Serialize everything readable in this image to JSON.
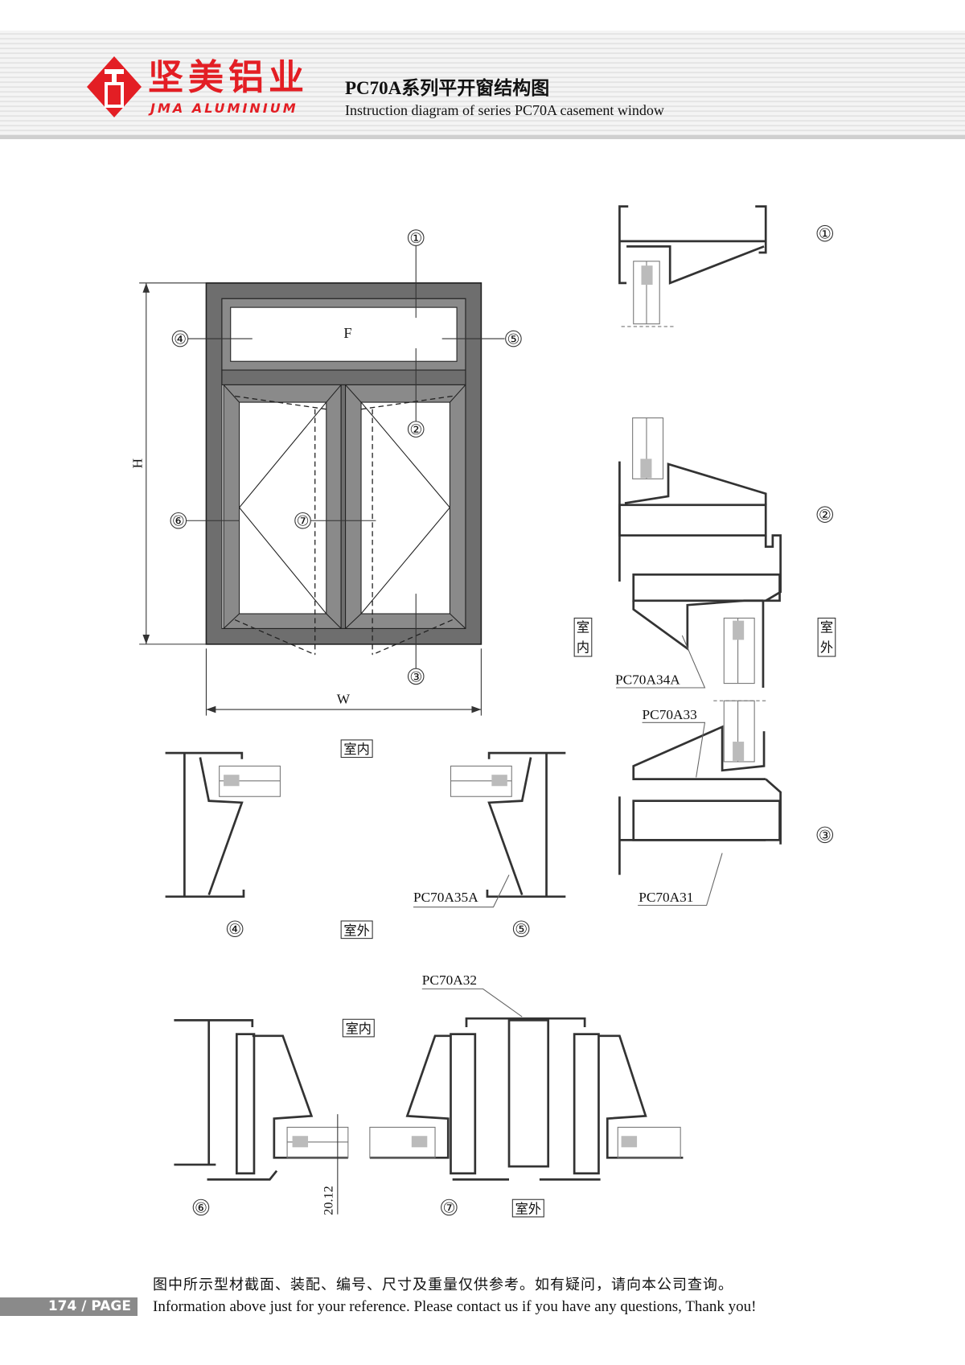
{
  "header": {
    "logo_cn": "坚美铝业",
    "logo_en": "JMA ALUMINIUM",
    "title": "PC70A系列平开窗结构图",
    "subtitle": "Instruction diagram of series PC70A casement window"
  },
  "elevation": {
    "fixed_label": "F",
    "height_label": "H",
    "width_label": "W",
    "markers": [
      "①",
      "②",
      "③",
      "④",
      "⑤",
      "⑥",
      "⑦"
    ]
  },
  "sections": {
    "indoor": "室内",
    "outdoor": "室外",
    "indoor_v1": "室",
    "indoor_v2": "内",
    "outdoor_v1": "室",
    "outdoor_v2": "外",
    "parts": {
      "a34a": "PC70A34A",
      "a33": "PC70A33",
      "a31": "PC70A31",
      "a35a": "PC70A35A",
      "a32": "PC70A32"
    },
    "dimension": "20.12"
  },
  "footer": {
    "page": "174 / PAGE",
    "note_cn": "图中所示型材截面、装配、编号、尺寸及重量仅供参考。如有疑问，请向本公司查询。",
    "note_en": "Information above just for your reference. Please contact us if you have any questions, Thank you!"
  },
  "colors": {
    "brand": "#e31e24",
    "frame": "#6e6e6e"
  }
}
